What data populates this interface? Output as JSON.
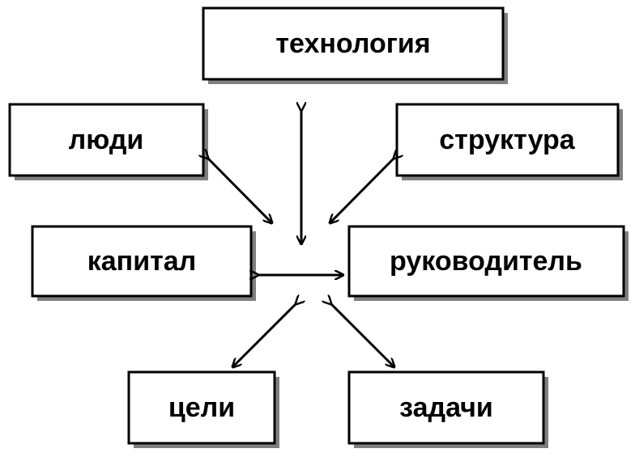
{
  "diagram": {
    "nodes": {
      "technology": "технология",
      "people": "люди",
      "structure": "структура",
      "capital": "капитал",
      "leader": "руководитель",
      "goals": "цели",
      "tasks": "задачи"
    },
    "colors": {
      "stroke": "#000000",
      "shadow": "#7f7f7f",
      "box_fill": "#ffffff"
    }
  }
}
